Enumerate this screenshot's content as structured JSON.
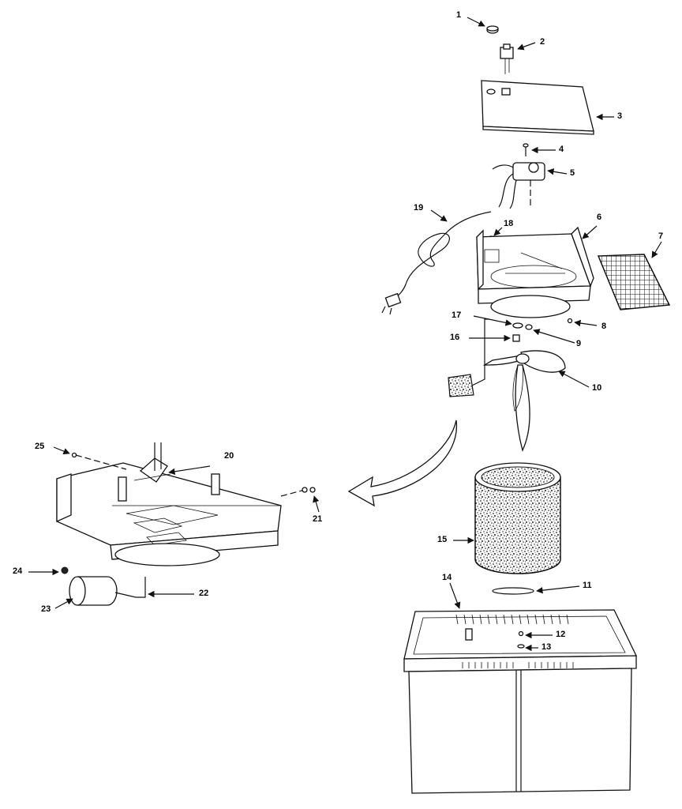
{
  "callouts": [
    {
      "id": "c1",
      "text": "1"
    },
    {
      "id": "c2",
      "text": "2"
    },
    {
      "id": "c3",
      "text": "3"
    },
    {
      "id": "c4",
      "text": "4"
    },
    {
      "id": "c5",
      "text": "5"
    },
    {
      "id": "c6",
      "text": "6"
    },
    {
      "id": "c7",
      "text": "7"
    },
    {
      "id": "c8",
      "text": "8"
    },
    {
      "id": "c9",
      "text": "9"
    },
    {
      "id": "c10",
      "text": "10"
    },
    {
      "id": "c11",
      "text": "11"
    },
    {
      "id": "c12",
      "text": "12"
    },
    {
      "id": "c13",
      "text": "13"
    },
    {
      "id": "c14",
      "text": "14"
    },
    {
      "id": "c15",
      "text": "15"
    },
    {
      "id": "c16",
      "text": "16"
    },
    {
      "id": "c17",
      "text": "17"
    },
    {
      "id": "c18",
      "text": "18"
    },
    {
      "id": "c19",
      "text": "19"
    },
    {
      "id": "c20",
      "text": "20"
    },
    {
      "id": "c21",
      "text": "21"
    },
    {
      "id": "c22",
      "text": "22"
    },
    {
      "id": "c23",
      "text": "23"
    },
    {
      "id": "c24",
      "text": "24"
    },
    {
      "id": "c25",
      "text": "25"
    }
  ],
  "colors": {
    "ink": "#111111",
    "paper": "#ffffff"
  }
}
